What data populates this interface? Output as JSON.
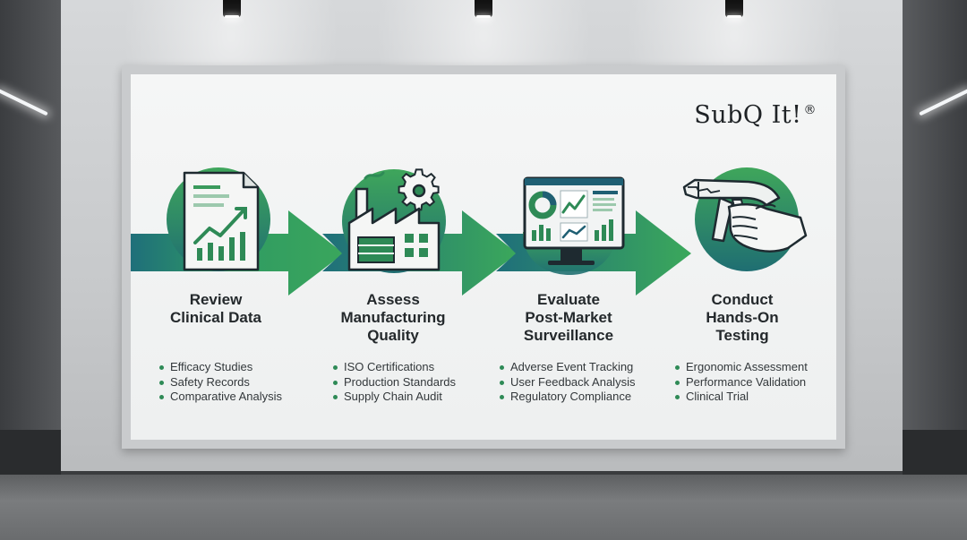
{
  "brand": {
    "name": "SubQ It!",
    "mark": "®"
  },
  "colors": {
    "green": "#3aa65c",
    "teal": "#1f7a7a",
    "dark_teal": "#1f5f73"
  },
  "steps": [
    {
      "icon": "clinical-report-icon",
      "title": "Review\nClinical Data",
      "items": [
        "Efficacy Studies",
        "Safety Records",
        "Comparative Analysis"
      ]
    },
    {
      "icon": "factory-gear-icon",
      "title": "Assess\nManufacturing\nQuality",
      "items": [
        "ISO Certifications",
        "Production Standards",
        "Supply Chain Audit"
      ]
    },
    {
      "icon": "dashboard-monitor-icon",
      "title": "Evaluate\nPost-Market\nSurveillance",
      "items": [
        "Adverse Event Tracking",
        "User Feedback Analysis",
        "Regulatory Compliance"
      ]
    },
    {
      "icon": "injector-hand-icon",
      "title": "Conduct\nHands-On\nTesting",
      "items": [
        "Ergonomic Assessment",
        "Performance Validation",
        "Clinical Trial"
      ]
    }
  ]
}
